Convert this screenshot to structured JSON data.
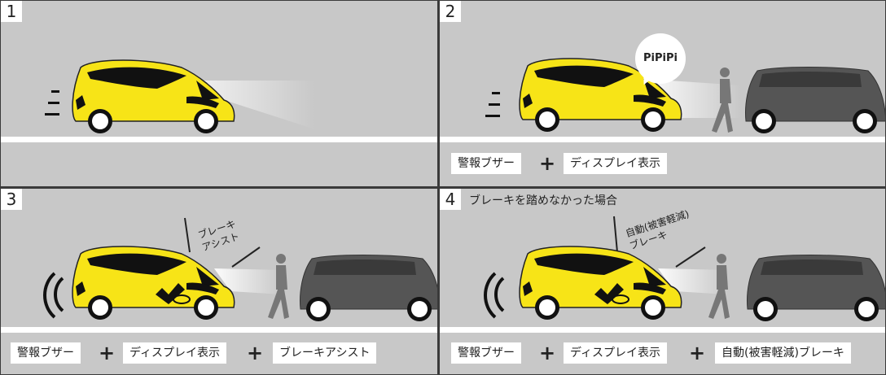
{
  "panels": [
    {
      "number": "1"
    },
    {
      "number": "2",
      "bubble": "PiPiPi",
      "tags": [
        "警報ブザー",
        "ディスプレイ表示"
      ]
    },
    {
      "number": "3",
      "label_lines": [
        "ブレーキ",
        "アシスト"
      ],
      "tags": [
        "警報ブザー",
        "ディスプレイ表示",
        "ブレーキアシスト"
      ]
    },
    {
      "number": "4",
      "caption": "ブレーキを踏めなかった場合",
      "label_lines": [
        "自動(被害軽減)",
        "ブレーキ"
      ],
      "tags": [
        "警報ブザー",
        "ディスプレイ表示",
        "自動(被害軽減)ブレーキ"
      ]
    }
  ],
  "plus_symbol": "+",
  "colors": {
    "background": "#c8c8c8",
    "road": "#ffffff",
    "car_yellow": "#f7e417",
    "car_dark": "#555555",
    "pedestrian": "#777777"
  }
}
